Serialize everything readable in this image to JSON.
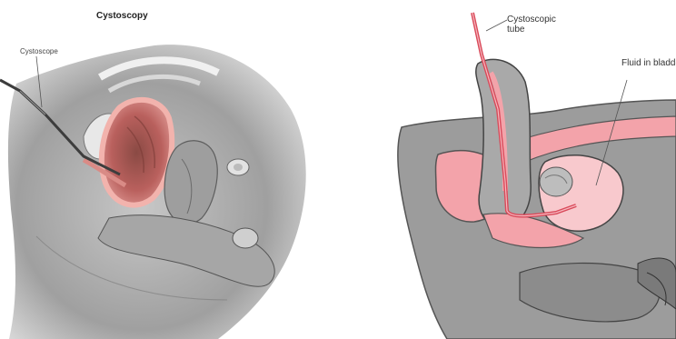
{
  "left": {
    "title": "Cystoscopy",
    "scope_label": "Cystoscope"
  },
  "right": {
    "tube_label": "Cystoscopic tube",
    "fluid_label": "Fluid in bladder"
  },
  "colors": {
    "tissue_gray": "#9a9a9a",
    "tissue_dark": "#6e6e6e",
    "pink": "#f3a3aa",
    "pink_light": "#f8c9cd",
    "bladder_red": "#c96a6a",
    "instrument": "#d94a5a"
  }
}
